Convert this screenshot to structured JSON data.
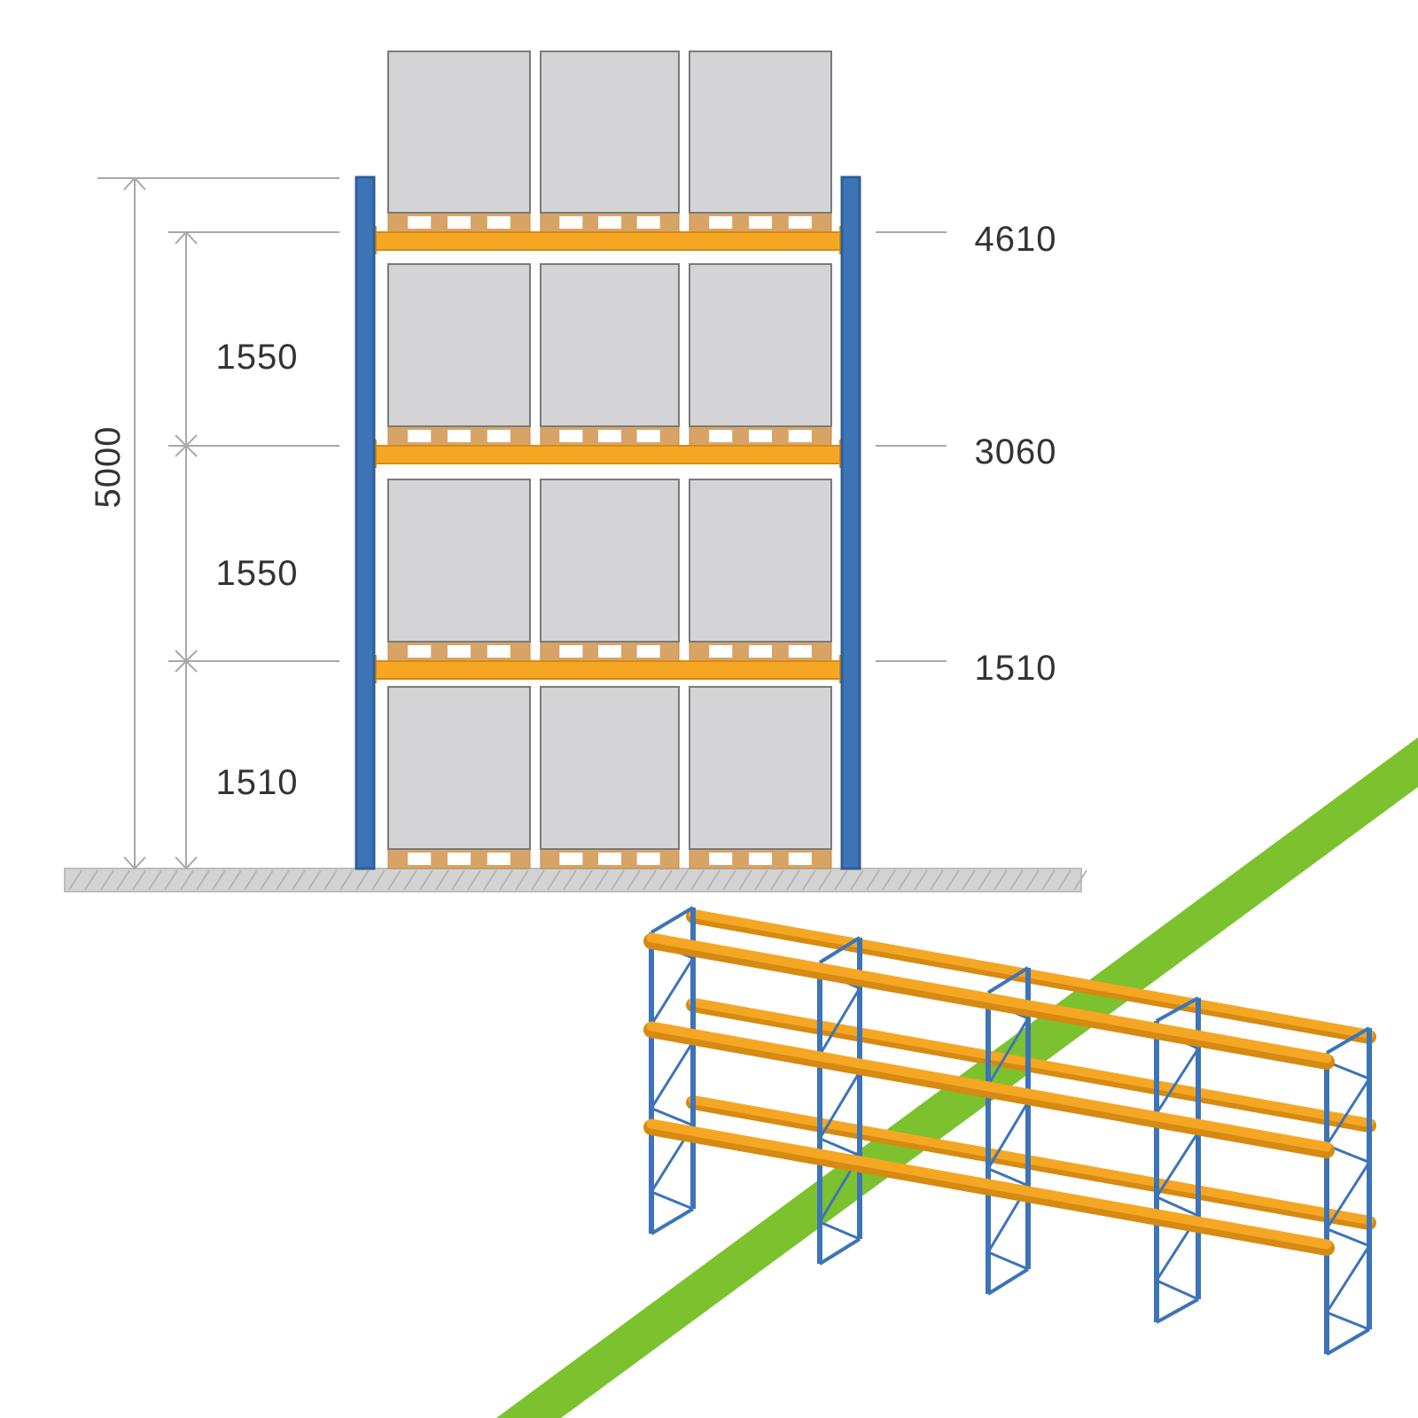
{
  "elevation": {
    "total_height": "5000",
    "level_spacings": [
      {
        "label": "1550"
      },
      {
        "label": "1550"
      },
      {
        "label": "1510"
      }
    ],
    "beam_levels": [
      {
        "label": "4610"
      },
      {
        "label": "3060"
      },
      {
        "label": "1510"
      }
    ],
    "pallets_per_level": 3,
    "storage_levels": 4
  },
  "colors": {
    "upright": "#3d74b8",
    "beam": "#f5a623",
    "pallet_load": "#d4d4d6",
    "pallet_wood": "#d8a466",
    "floor": "#cfcfcf",
    "dimension_line": "#a8a8a8",
    "accent_stripe": "#7cc22e"
  },
  "isometric_rack": {
    "frames": 5,
    "beam_levels": 3
  }
}
